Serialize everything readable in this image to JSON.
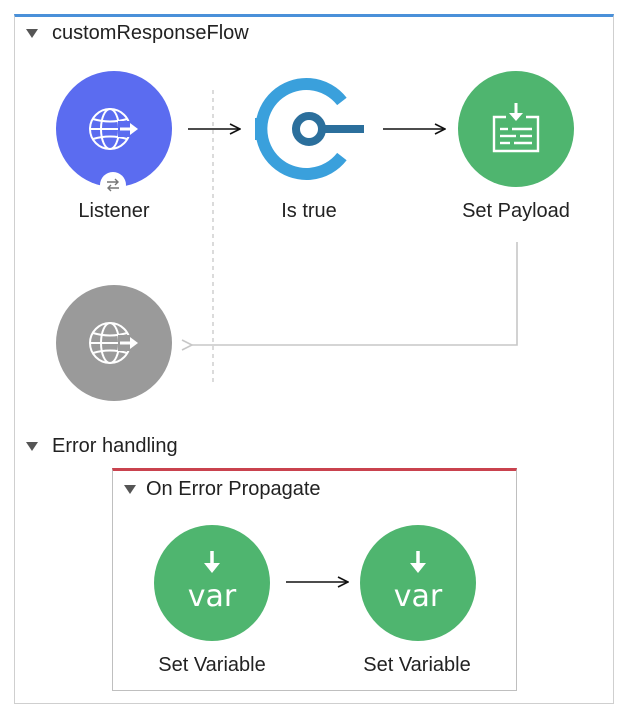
{
  "flow": {
    "title": "customResponseFlow"
  },
  "nodes": {
    "listener": {
      "label": "Listener",
      "color": "#5b6cf0",
      "icon": "globe-arrow-icon"
    },
    "is_true": {
      "label": "Is true",
      "color_outer": "#3aa0dc",
      "color_inner": "#2b6f9c",
      "icon": "validation-icon"
    },
    "set_payload": {
      "label": "Set Payload",
      "color": "#4fb56f",
      "icon": "set-payload-icon"
    },
    "response_listener": {
      "color": "#9a9a9a",
      "icon": "globe-arrow-icon"
    }
  },
  "error_handling": {
    "title": "Error handling",
    "scope": {
      "title": "On Error Propagate",
      "accent": "#c9424e",
      "steps": [
        {
          "label": "Set Variable",
          "icon_text": "var",
          "color": "#4fb56f"
        },
        {
          "label": "Set Variable",
          "icon_text": "var",
          "color": "#4fb56f"
        }
      ]
    }
  }
}
